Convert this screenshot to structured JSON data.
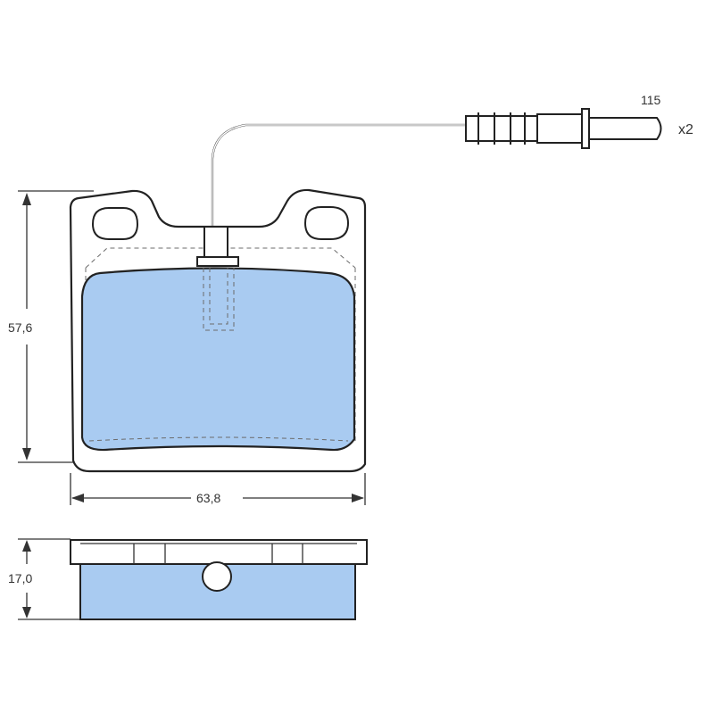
{
  "dimensions": {
    "height": "57,6",
    "width": "63,8",
    "thickness": "17,0",
    "wire_length": "115",
    "quantity": "x2"
  },
  "colors": {
    "friction_material": "#a9cbf1",
    "backing_plate": "#ffffff",
    "outline": "#222222",
    "dimension_line": "#333333",
    "hidden_line": "#6b6b6b"
  }
}
